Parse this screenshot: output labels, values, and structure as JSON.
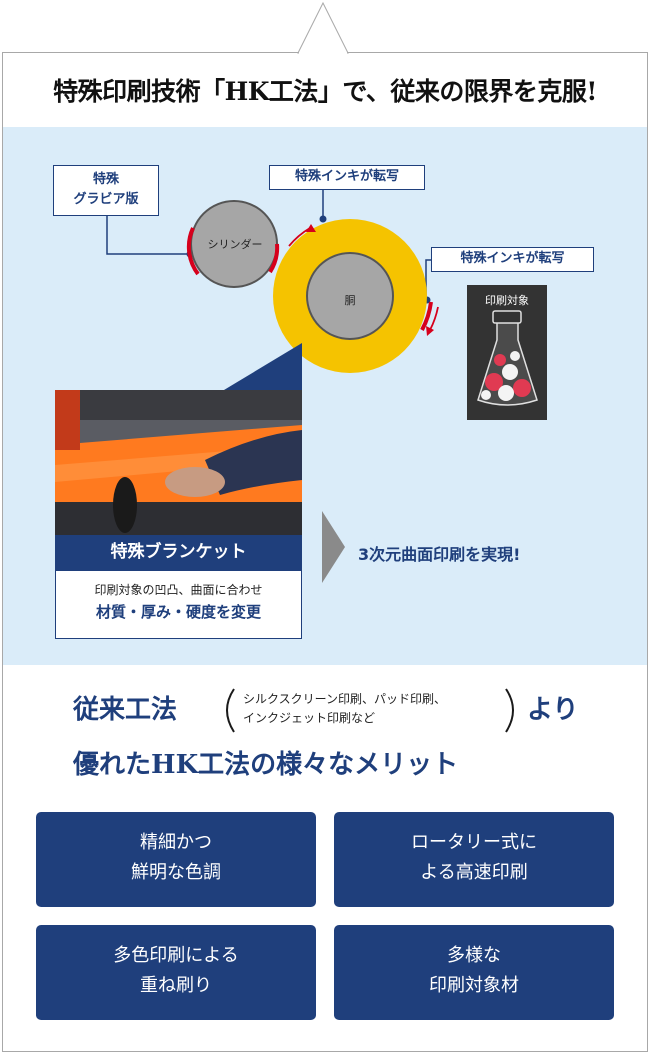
{
  "header": {
    "title": "特殊印刷技術「HK工法」で、従来の限界を克服!"
  },
  "diagram": {
    "gravure_label_line1": "特殊",
    "gravure_label_line2": "グラビア版",
    "ink_transfer_label_1": "特殊インキが転写",
    "ink_transfer_label_2": "特殊インキが転写",
    "cylinder_label": "シリンダー",
    "drum_label": "胴",
    "print_target_label": "印刷対象",
    "colors": {
      "navy": "#1f3f7c",
      "drum_yellow": "#f5c300",
      "grey": "#a6a6a6",
      "red": "#d6001c",
      "panel_blue": "#daecf9"
    }
  },
  "blanket": {
    "title": "特殊ブランケット",
    "subtitle": "印刷対象の凹凸、曲面に合わせ",
    "main": "材質・厚み・硬度を変更"
  },
  "result": {
    "text": "3次元曲面印刷を実現!"
  },
  "merits": {
    "heading_start": "従来工法",
    "paren_line1": "シルクスクリーン印刷、パッド印刷、",
    "paren_line2": "インクジェット印刷など",
    "heading_end": "より",
    "heading_line2": "優れたHK工法の様々なメリット",
    "cards": [
      {
        "line1": "精細かつ",
        "line2": "鮮明な色調"
      },
      {
        "line1": "ロータリー式に",
        "line2": "よる高速印刷"
      },
      {
        "line1": "多色印刷による",
        "line2": "重ね刷り"
      },
      {
        "line1": "多様な",
        "line2": "印刷対象材"
      }
    ]
  }
}
